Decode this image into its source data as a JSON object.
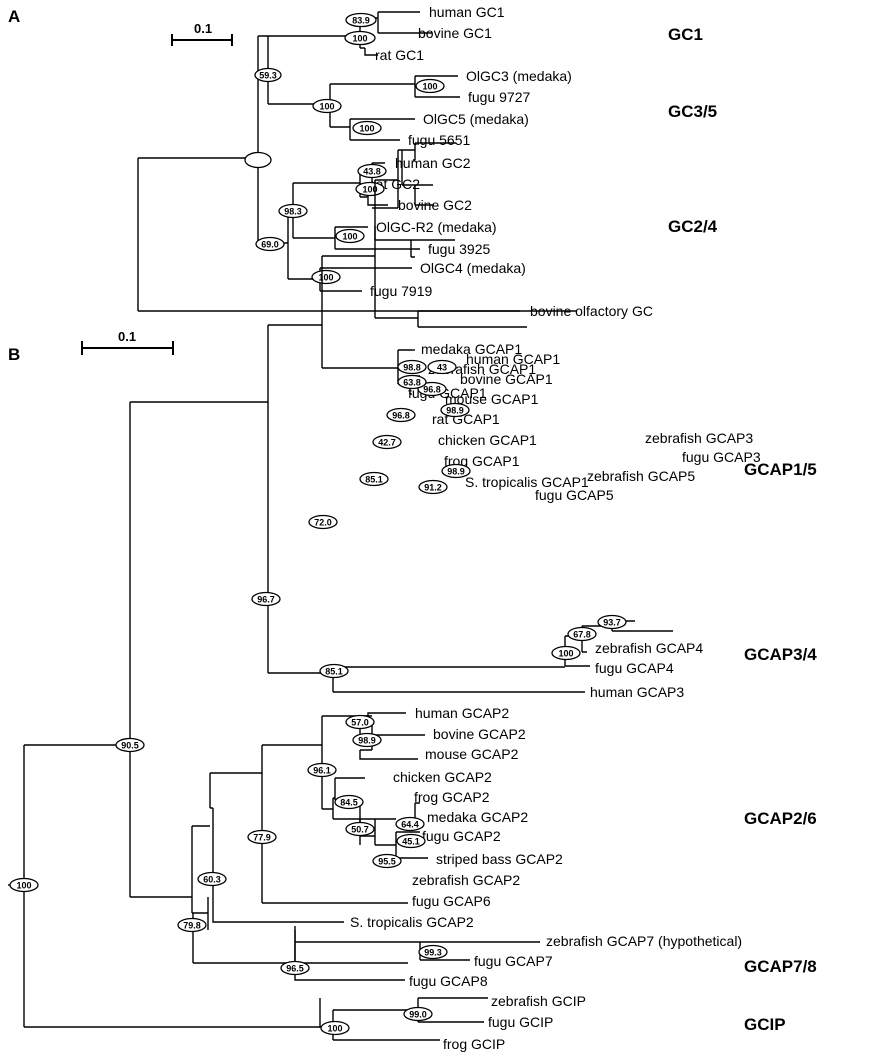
{
  "panel_a": {
    "label": "A",
    "scale": "0.1",
    "groups": [
      "GC1",
      "GC3/5",
      "GC2/4"
    ],
    "leaves": [
      "human GC1",
      "bovine GC1",
      "rat GC1",
      "OlGC3 (medaka)",
      "fugu 9727",
      "OlGC5 (medaka)",
      "fugu 5651",
      "human GC2",
      "rat GC2",
      "bovine GC2",
      "OlGC-R2 (medaka)",
      "fugu 3925",
      "OlGC4 (medaka)",
      "fugu 7919",
      "bovine olfactory GC"
    ],
    "bootstrap": [
      "83.9",
      "100",
      "59.3",
      "100",
      "100",
      "100",
      "43.8",
      "100",
      "98.3",
      "100",
      "69.0",
      "100",
      ""
    ]
  },
  "panel_b": {
    "label": "B",
    "scale": "0.1",
    "groups": [
      "GCAP1/5",
      "GCAP3/4",
      "GCAP2/6",
      "GCAP7/8",
      "GCIP"
    ],
    "leaves": [
      "human GCAP1",
      "bovine GCAP1",
      "mouse GCAP1",
      "rat GCAP1",
      "chicken GCAP1",
      "frog GCAP1",
      "S. tropicalis GCAP1",
      "zebrafish GCAP5",
      "fugu GCAP5",
      "medaka GCAP1",
      "zebrafish GCAP1",
      "fugu GCAP1",
      "zebrafish GCAP3",
      "fugu GCAP3",
      "zebrafish GCAP4",
      "fugu GCAP4",
      "human GCAP3",
      "human GCAP2",
      "bovine GCAP2",
      "mouse GCAP2",
      "chicken GCAP2",
      "frog GCAP2",
      "medaka GCAP2",
      "fugu GCAP2",
      "striped bass GCAP2",
      "zebrafish GCAP2",
      "fugu GCAP6",
      "S. tropicalis GCAP2",
      "zebrafish GCAP7 (hypothetical)",
      "fugu GCAP7",
      "fugu GCAP8",
      "zebrafish GCIP",
      "fugu GCIP",
      "frog GCIP"
    ],
    "bootstrap": [
      "43",
      "96.8",
      "98.9",
      "96.8",
      "42.7",
      "98.9",
      "85.1",
      "91.2",
      "72.0",
      "98.8",
      "63.8",
      "96.7",
      "93.7",
      "67.8",
      "100",
      "85.1",
      "57.0",
      "98.9",
      "96.1",
      "84.5",
      "64.4",
      "45.1",
      "50.7",
      "95.5",
      "77.9",
      "60.3",
      "79.8",
      "99.3",
      "96.5",
      "99.0",
      "100",
      "90.5",
      "100"
    ]
  }
}
